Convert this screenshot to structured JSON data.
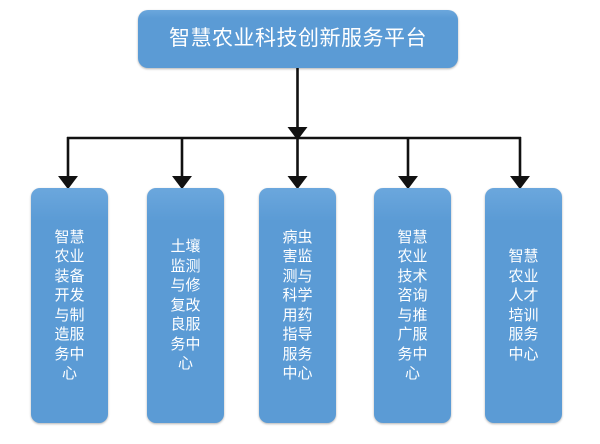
{
  "diagram": {
    "type": "organizational-hierarchy",
    "orientation": "top-down",
    "background_color": "#ffffff",
    "node_fill_color": "#5b9bd5",
    "node_text_color": "#ffffff",
    "connector_color": "#000000",
    "root": {
      "label": "智慧农业科技创新服务平台"
    },
    "children": [
      {
        "label": "智慧农业装备开发与制造服务中心"
      },
      {
        "label": "土壤监测与修复改良服务中心"
      },
      {
        "label": "病虫害监测与科学用药指导服务中心"
      },
      {
        "label": "智慧农业技术咨询与推广服务中心"
      },
      {
        "label": "智慧农业人才培训服务中心"
      }
    ]
  }
}
